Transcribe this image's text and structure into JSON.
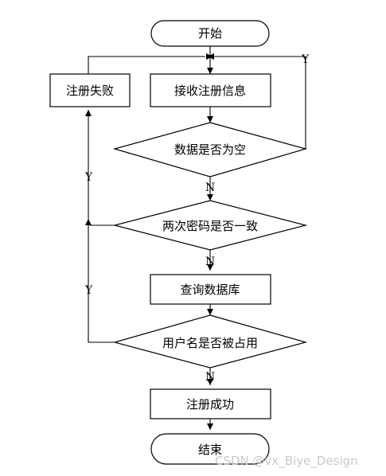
{
  "nodes": {
    "start": "开始",
    "fail": "注册失败",
    "receive": "接收注册信息",
    "empty_check": "数据是否为空",
    "pwd_check": "两次密码是否一致",
    "query": "查询数据库",
    "user_check": "用户名是否被占用",
    "success": "注册成功",
    "end": "结束"
  },
  "branches": {
    "empty_yes": "Y",
    "empty_no": "N",
    "pwd_yes": "Y",
    "pwd_no": "N",
    "user_yes": "Y",
    "user_no": "N"
  },
  "watermark": "CSDN @vx_Biye_Design"
}
